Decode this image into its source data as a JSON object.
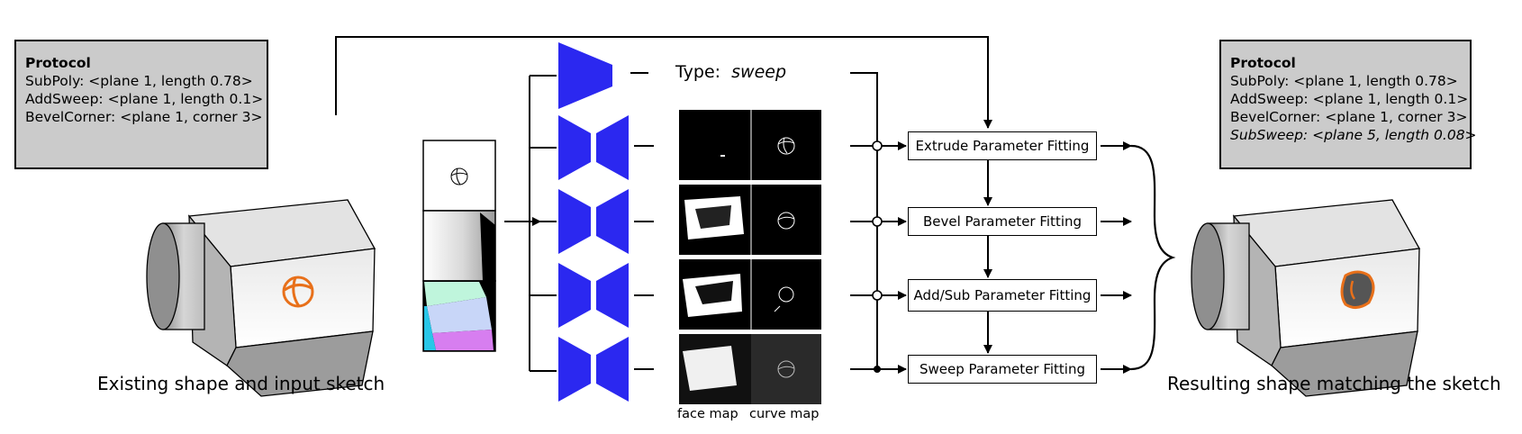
{
  "left_protocol": {
    "title": "Protocol",
    "lines": [
      "SubPoly: <plane 1, length 0.78>",
      "AddSweep: <plane 1, length 0.1>",
      "BevelCorner: <plane 1, corner 3>"
    ]
  },
  "right_protocol": {
    "title": "Protocol",
    "lines": [
      "SubPoly: <plane 1, length 0.78>",
      "AddSweep: <plane 1, length 0.1>",
      "BevelCorner: <plane 1, corner 3>"
    ],
    "new_line": "SubSweep: <plane 5, length 0.08>"
  },
  "captions": {
    "left": "Existing shape and input sketch",
    "right": "Resulting shape matching the sketch"
  },
  "type_output": {
    "label": "Type:",
    "value": "sweep"
  },
  "map_labels": {
    "face": "face map",
    "curve": "curve map"
  },
  "fitting_modules": [
    "Extrude Parameter Fitting",
    "Bevel Parameter Fitting",
    "Add/Sub Parameter Fitting",
    "Sweep Parameter Fitting"
  ],
  "colors": {
    "network": "#2b28f0",
    "sketch": "#e8701a",
    "protocol_bg": "#cbcbcb",
    "normal_top": "#bff5dc",
    "normal_front": "#c8d6f8",
    "normal_bottom": "#d77ef0",
    "normal_side": "#28c6e8"
  }
}
